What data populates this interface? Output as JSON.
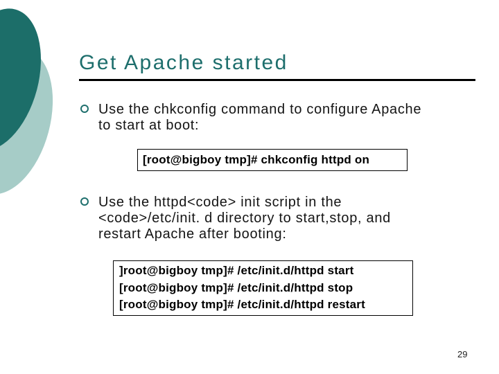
{
  "slide": {
    "title": "Get Apache started",
    "bullet1": {
      "line1": "Use the chkconfig command to configure Apache",
      "line2": "to start at boot:"
    },
    "code_box1": {
      "line1": "[root@bigboy tmp]# chkconfig httpd on"
    },
    "bullet2": {
      "line1": "Use the httpd<code> init script in the",
      "line2": "<code>/etc/init. d directory to start,stop, and",
      "line3": "restart Apache after booting:"
    },
    "code_box2": {
      "line1": "]root@bigboy tmp]# /etc/init.d/httpd start",
      "line2": "[root@bigboy tmp]# /etc/init.d/httpd stop",
      "line3": "[root@bigboy tmp]# /etc/init.d/httpd restart"
    },
    "page_number": "29",
    "colors": {
      "title_teal": "#1d6e6c",
      "bullet_ring_teal": "#1d6e6c",
      "circle_dark_teal": "#1c6e69",
      "circle_light_teal": "#a6ccc7",
      "rule_black": "#000000",
      "body_text": "#141414",
      "code_text": "#000000",
      "background": "#ffffff"
    }
  }
}
